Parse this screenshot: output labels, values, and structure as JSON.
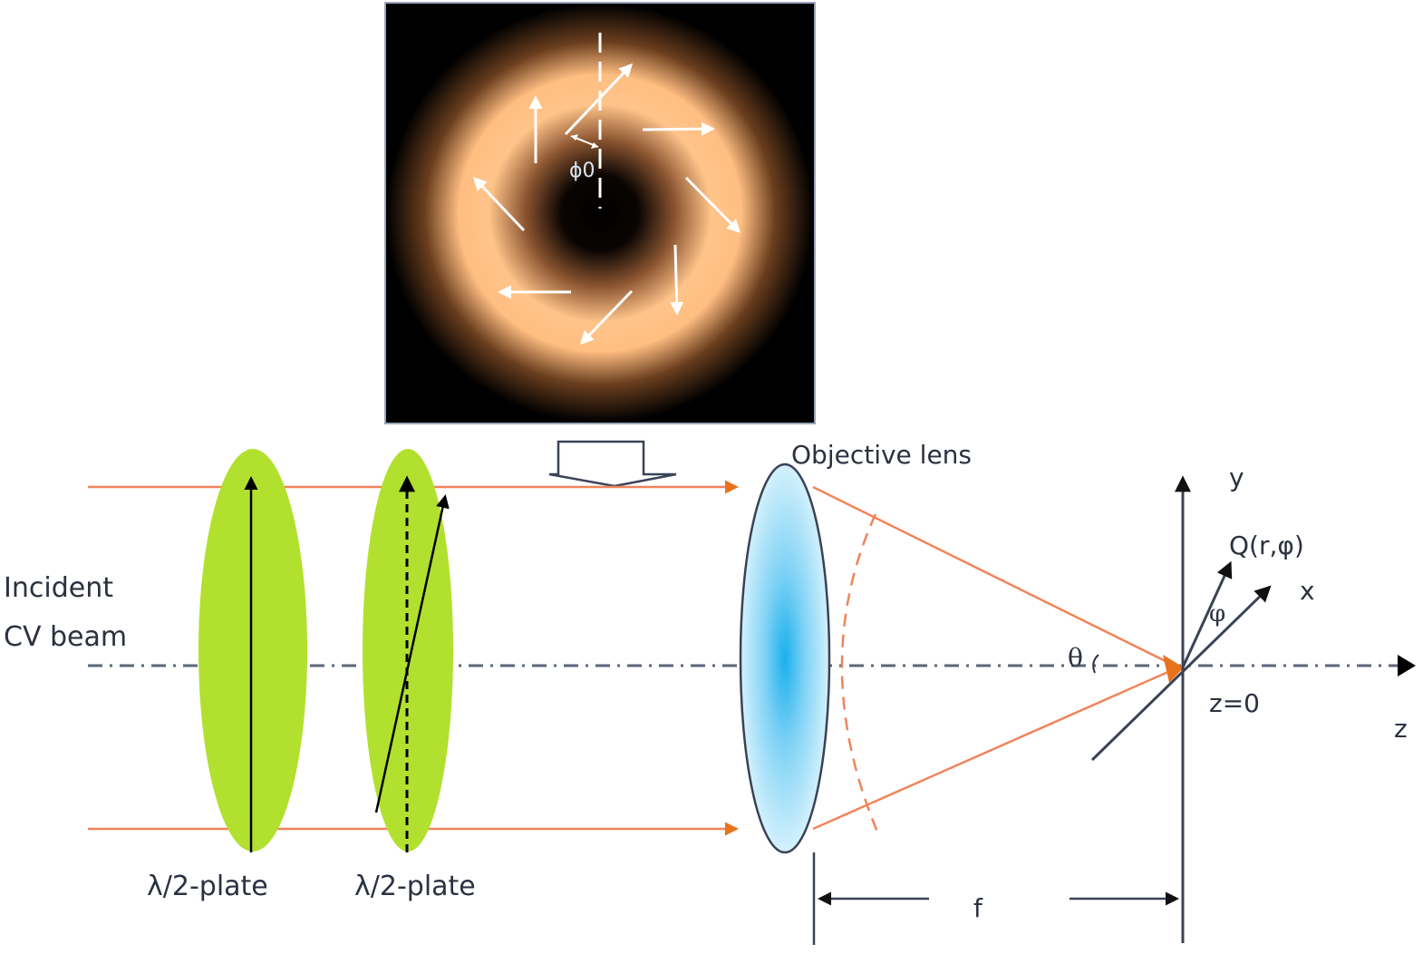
{
  "figure": {
    "inset": {
      "name": "cylindrical-vector-beam-intensity-profile",
      "angle_label": "ϕ0",
      "arrow_count": 8,
      "colors": {
        "background": "#000000",
        "ring": "#ffc48a"
      }
    },
    "labels": {
      "incident_line1": "Incident",
      "incident_line2": "CV beam",
      "plate1": "λ/2-plate",
      "plate2": "λ/2-plate",
      "objective": "Objective lens",
      "theta": "θ",
      "y_axis": "y",
      "x_axis": "x",
      "z_axis": "z",
      "point": "Q(r,φ)",
      "phi": "φ",
      "z0": "z=0",
      "focal": "f"
    },
    "colors": {
      "beam": "#f0845a",
      "beam_arrow": "#e8731e",
      "plate": "#b2e02e",
      "lens_center": "#1ab0ec",
      "lens_edge": "#d4f1fc",
      "axis": "#3a4356",
      "optical_axis": "#5d6678"
    }
  }
}
